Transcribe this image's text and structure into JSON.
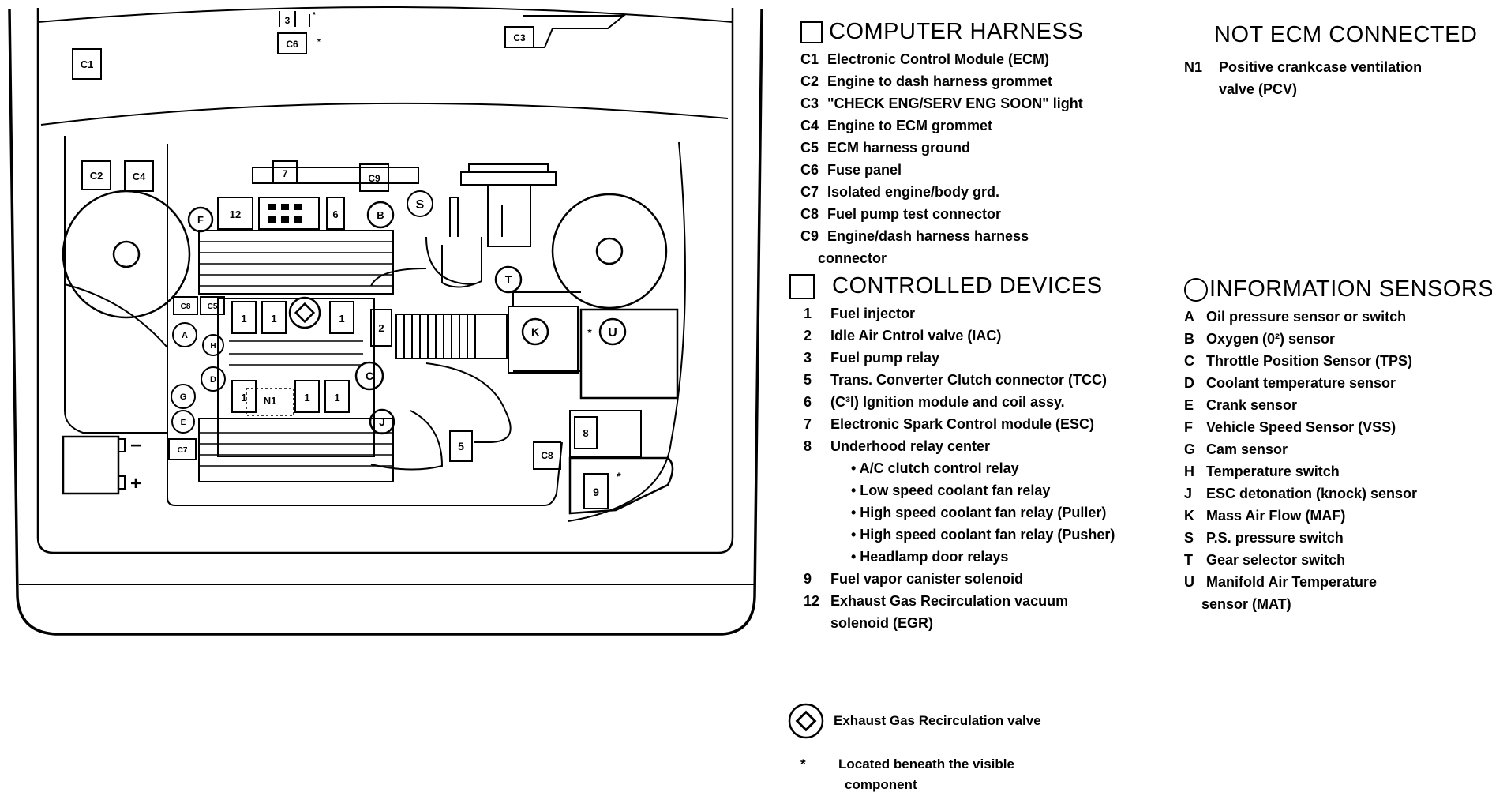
{
  "diagram_labels": {
    "c1": "C1",
    "c2": "C2",
    "c3": "C3",
    "c4": "C4",
    "c5": "C5",
    "c6": "C6",
    "c7": "C7",
    "c8": "C8",
    "c8b": "C8",
    "c9": "C9",
    "n1": "N1",
    "d1": "1",
    "d2": "2",
    "d3": "3",
    "d5": "5",
    "d6": "6",
    "d7": "7",
    "d8": "8",
    "d9": "9",
    "d12": "12",
    "sA": "A",
    "sB": "B",
    "sC": "C",
    "sD": "D",
    "sE": "E",
    "sF": "F",
    "sG": "G",
    "sH": "H",
    "sJ": "J",
    "sK": "K",
    "sS": "S",
    "sT": "T",
    "sU": "U",
    "minus": "−",
    "plus": "+",
    "star": "*"
  },
  "computer_harness": {
    "title": "COMPUTER HARNESS",
    "items": [
      {
        "code": "C1",
        "text": "Electronic Control Module (ECM)"
      },
      {
        "code": "C2",
        "text": "Engine to dash harness grommet"
      },
      {
        "code": "C3",
        "text": "\"CHECK ENG/SERV ENG SOON\" light"
      },
      {
        "code": "C4",
        "text": "Engine to ECM grommet"
      },
      {
        "code": "C5",
        "text": "ECM harness ground"
      },
      {
        "code": "C6",
        "text": "Fuse panel"
      },
      {
        "code": "C7",
        "text": "Isolated engine/body grd."
      },
      {
        "code": "C8",
        "text": "Fuel pump test connector"
      },
      {
        "code": "C9",
        "text": "Engine/dash harness harness"
      }
    ],
    "c9_cont": "connector"
  },
  "not_ecm_connected": {
    "title": "NOT ECM CONNECTED",
    "code": "N1",
    "text": "Positive crankcase ventilation",
    "cont": "valve (PCV)"
  },
  "controlled_devices": {
    "title": "CONTROLLED DEVICES",
    "items": [
      {
        "code": "1",
        "text": "Fuel injector"
      },
      {
        "code": "2",
        "text": "Idle Air Cntrol valve (IAC)"
      },
      {
        "code": "3",
        "text": "Fuel pump relay"
      },
      {
        "code": "5",
        "text": "Trans. Converter Clutch connector (TCC)"
      },
      {
        "code": "6",
        "text": "(C³I) Ignition module and coil assy."
      },
      {
        "code": "7",
        "text": "Electronic Spark Control module (ESC)"
      },
      {
        "code": "8",
        "text": "Underhood relay center"
      }
    ],
    "sub_items": [
      "• A/C clutch control relay",
      "• Low speed coolant fan relay",
      "• High speed coolant fan relay (Puller)",
      "• High speed coolant fan relay (Pusher)",
      "• Headlamp door relays"
    ],
    "items2": [
      {
        "code": "9",
        "text": "Fuel vapor canister solenoid"
      },
      {
        "code": "12",
        "text": "Exhaust Gas Recirculation vacuum"
      }
    ],
    "item12_cont": "solenoid (EGR)"
  },
  "information_sensors": {
    "title": "INFORMATION SENSORS",
    "items": [
      {
        "code": "A",
        "text": "Oil pressure sensor or switch"
      },
      {
        "code": "B",
        "text": "Oxygen (0²) sensor"
      },
      {
        "code": "C",
        "text": "Throttle Position Sensor (TPS)"
      },
      {
        "code": "D",
        "text": "Coolant temperature sensor"
      },
      {
        "code": "E",
        "text": "Crank sensor"
      },
      {
        "code": "F",
        "text": "Vehicle Speed Sensor (VSS)"
      },
      {
        "code": "G",
        "text": "Cam sensor"
      },
      {
        "code": "H",
        "text": "Temperature switch"
      },
      {
        "code": "J",
        "text": "ESC detonation (knock) sensor"
      },
      {
        "code": "K",
        "text": "Mass Air Flow (MAF)"
      },
      {
        "code": "S",
        "text": "P.S. pressure switch"
      },
      {
        "code": "T",
        "text": "Gear selector switch"
      },
      {
        "code": "U",
        "text": "Manifold Air Temperature"
      }
    ],
    "u_cont": "sensor (MAT)"
  },
  "notes": {
    "egr_valve": "Exhaust Gas Recirculation valve",
    "star_symbol": "*",
    "star_text": "Located beneath the visible",
    "star_cont": "component"
  }
}
